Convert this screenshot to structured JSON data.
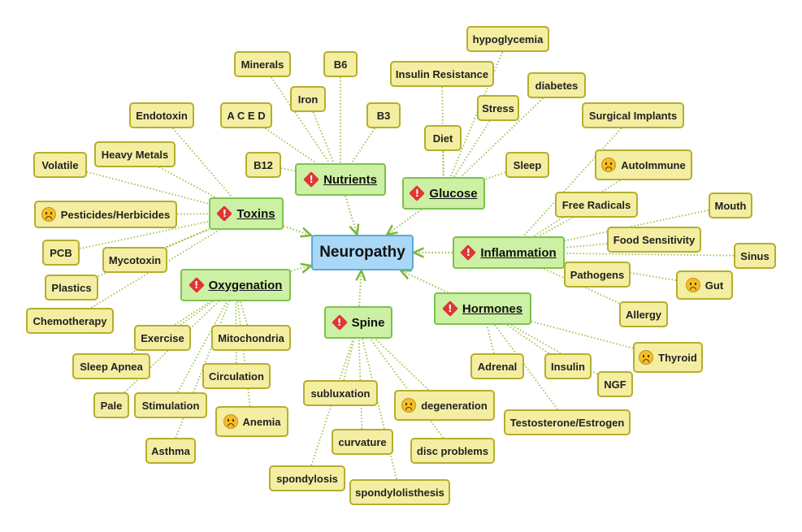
{
  "diagram": {
    "center": "Neuropathy",
    "branches": {
      "nutrients": "Nutrients",
      "glucose": "Glucose",
      "toxins": "Toxins",
      "inflammation": "Inflammation",
      "oxygenation": "Oxygenation",
      "spine": "Spine",
      "hormones": "Hormones"
    },
    "leaves": {
      "minerals": "Minerals",
      "b6": "B6",
      "iron": "Iron",
      "aced": "A C E D",
      "b3": "B3",
      "b12": "B12",
      "hypoglycemia": "hypoglycemia",
      "insulin_resistance": "Insulin Resistance",
      "diabetes": "diabetes",
      "stress": "Stress",
      "diet": "Diet",
      "sleep": "Sleep",
      "endotoxin": "Endotoxin",
      "volatile": "Volatile",
      "heavy_metals": "Heavy Metals",
      "pesticides": "Pesticides/Herbicides",
      "pcb": "PCB",
      "mycotoxin": "Mycotoxin",
      "plastics": "Plastics",
      "chemotherapy": "Chemotherapy",
      "surgical_implants": "Surgical Implants",
      "autoimmune": "AutoImmune",
      "free_radicals": "Free Radicals",
      "mouth": "Mouth",
      "food_sensitivity": "Food Sensitivity",
      "sinus": "Sinus",
      "pathogens": "Pathogens",
      "gut": "Gut",
      "allergy": "Allergy",
      "exercise": "Exercise",
      "mitochondria": "Mitochondria",
      "sleep_apnea": "Sleep Apnea",
      "circulation": "Circulation",
      "pale": "Pale",
      "stimulation": "Stimulation",
      "anemia": "Anemia",
      "asthma": "Asthma",
      "subluxation": "subluxation",
      "degeneration": "degeneration",
      "curvature": "curvature",
      "disc_problems": "disc problems",
      "spondylosis": "spondylosis",
      "spondylolisthesis": "spondylolisthesis",
      "thyroid": "Thyroid",
      "adrenal": "Adrenal",
      "insulin": "Insulin",
      "ngf": "NGF",
      "testosterone": "Testosterone/Estrogen"
    }
  },
  "colors": {
    "center_fill": "#a8d8f5",
    "branch_fill": "#ccf0a4",
    "leaf_fill": "#f4eea2",
    "connector": "#9cc24a",
    "warning": "#e03535"
  },
  "icons": {
    "branch_marker": "warning-icon",
    "leaf_marker": "sad-face-icon"
  }
}
